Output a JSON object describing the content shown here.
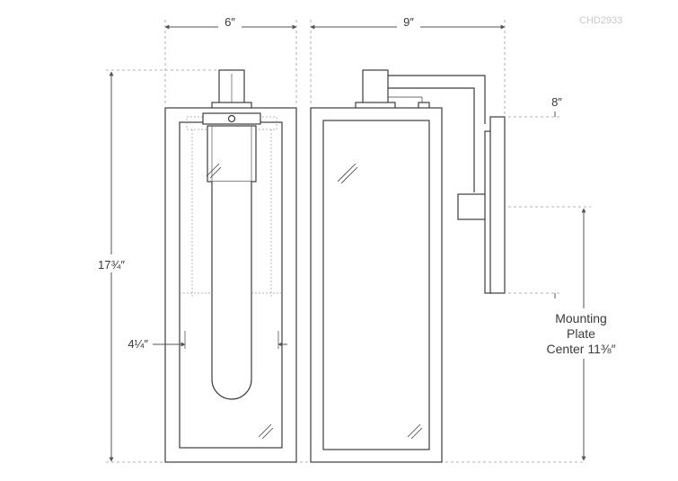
{
  "product_code": "CHD2933",
  "dimensions": {
    "front_width": "6″",
    "side_depth": "9″",
    "overall_height": "17¾″",
    "bulb_height": "4¼″",
    "plate_height": "8″",
    "mounting_center_line1": "Mounting",
    "mounting_center_line2": "Plate",
    "mounting_center_line3": "Center 11⅜″"
  },
  "colors": {
    "outline": "#3c3c3c",
    "dim_line": "#555555",
    "dashed": "#9a9a9a",
    "code_text": "#c9c9c9"
  }
}
